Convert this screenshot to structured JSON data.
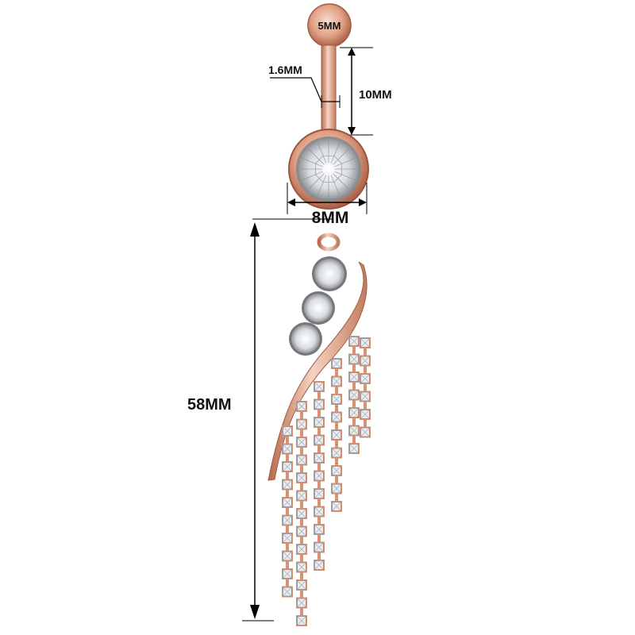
{
  "labels": {
    "ball": "5MM",
    "gauge": "1.6MM",
    "bar_length": "10MM",
    "gem_width": "8MM",
    "drop_length": "58MM"
  },
  "colors": {
    "rose_gold": "#e0a184",
    "rose_gold_dark": "#b46a4e",
    "rose_gold_light": "#f6d3c2",
    "gem_edge": "#6f6f6f",
    "gem_face": "#eceff2",
    "dimension_line": "#000000"
  },
  "chains": [
    {
      "name": "chain-1",
      "stones": 10
    },
    {
      "name": "chain-2",
      "stones": 13
    },
    {
      "name": "chain-3",
      "stones": 11
    },
    {
      "name": "chain-4",
      "stones": 9
    },
    {
      "name": "chain-5",
      "stones": 7
    },
    {
      "name": "chain-6",
      "stones": 6
    }
  ]
}
